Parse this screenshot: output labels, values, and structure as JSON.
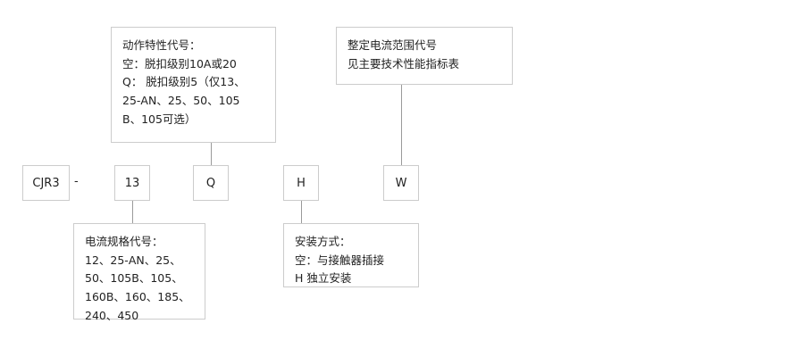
{
  "diagram": {
    "type": "model-designation-breakdown",
    "code_boxes": [
      {
        "id": "series",
        "label": "CJR3"
      },
      {
        "id": "current-rating",
        "label": "13"
      },
      {
        "id": "trip-characteristic",
        "label": "Q"
      },
      {
        "id": "mounting",
        "label": "H"
      },
      {
        "id": "current-range",
        "label": "W"
      }
    ],
    "separator": "-",
    "descriptions": [
      {
        "id": "trip-characteristic-desc",
        "text": "动作特性代号：\n空：脱扣级别10A或20\nQ： 脱扣级别5（仅13、\n25-AN、25、50、105\nB、105可选）"
      },
      {
        "id": "current-range-desc",
        "text": "整定电流范围代号\n见主要技术性能指标表"
      },
      {
        "id": "current-rating-desc",
        "text": "电流规格代号：\n12、25-AN、25、\n50、105B、105、\n160B、160、185、\n240、450"
      },
      {
        "id": "mounting-desc",
        "text": "安装方式：\n空：与接触器插接\nH   独立安装"
      }
    ],
    "colors": {
      "border": "#cccccc",
      "connector": "#9a9a9a",
      "text": "#222222",
      "background": "#ffffff"
    }
  }
}
